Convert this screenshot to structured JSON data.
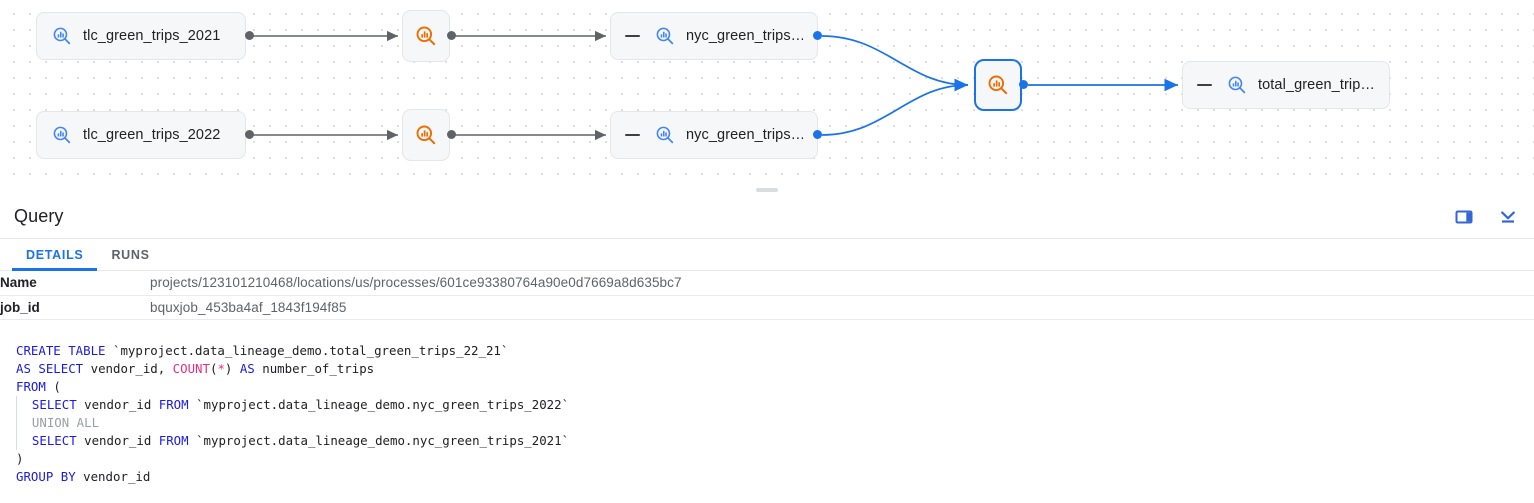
{
  "graph": {
    "nodes": [
      {
        "id": "tlc2021",
        "kind": "table",
        "label": "tlc_green_trips_2021",
        "icon": "table-search-icon",
        "collapsible": false
      },
      {
        "id": "tlc2022",
        "kind": "table",
        "label": "tlc_green_trips_2022",
        "icon": "table-search-icon",
        "collapsible": false
      },
      {
        "id": "proc1",
        "kind": "process",
        "label": "",
        "icon": "process-search-icon",
        "selected": false
      },
      {
        "id": "proc2",
        "kind": "process",
        "label": "",
        "icon": "process-search-icon",
        "selected": false
      },
      {
        "id": "nyc2021",
        "kind": "table",
        "label": "nyc_green_trips…",
        "icon": "table-search-icon",
        "collapsible": true
      },
      {
        "id": "nyc2022",
        "kind": "table",
        "label": "nyc_green_trips…",
        "icon": "table-search-icon",
        "collapsible": true
      },
      {
        "id": "procsel",
        "kind": "process",
        "label": "",
        "icon": "process-search-icon",
        "selected": true
      },
      {
        "id": "total",
        "kind": "table",
        "label": "total_green_trip…",
        "icon": "table-search-icon",
        "collapsible": true
      }
    ],
    "colors": {
      "edge_gray": "#5f6368",
      "edge_blue": "#1a73e8",
      "table_icon": "#4285f4",
      "process_icon": "#ef6c00",
      "selected_border": "#1a73e8"
    }
  },
  "panel": {
    "title": "Query",
    "actions": [
      {
        "name": "split-panel-icon",
        "tooltip": "Side panel"
      },
      {
        "name": "collapse-down-icon",
        "tooltip": "Collapse"
      }
    ],
    "tabs": [
      {
        "label": "DETAILS",
        "active": true
      },
      {
        "label": "RUNS",
        "active": false
      }
    ],
    "details": [
      {
        "key": "Name",
        "value": "projects/123101210468/locations/us/processes/601ce93380764a90e0d7669a8d635bc7"
      },
      {
        "key": "job_id",
        "value": "bquxjob_453ba4af_1843f194f85"
      }
    ]
  },
  "sql": {
    "lines": [
      [
        {
          "t": "CREATE TABLE ",
          "c": "k"
        },
        {
          "t": "`myproject.data_lineage_demo.total_green_trips_22_21`",
          "c": "pl"
        }
      ],
      [
        {
          "t": "AS SELECT ",
          "c": "k"
        },
        {
          "t": "vendor_id, ",
          "c": "pl"
        },
        {
          "t": "COUNT",
          "c": "fn"
        },
        {
          "t": "(",
          "c": "pl"
        },
        {
          "t": "*",
          "c": "fn"
        },
        {
          "t": ") ",
          "c": "pl"
        },
        {
          "t": "AS ",
          "c": "k"
        },
        {
          "t": "number_of_trips",
          "c": "pl"
        }
      ],
      [
        {
          "t": "FROM ",
          "c": "k"
        },
        {
          "t": "(",
          "c": "pl"
        }
      ],
      [
        {
          "t": "  ",
          "c": "guide"
        },
        {
          "t": "SELECT ",
          "c": "k"
        },
        {
          "t": "vendor_id ",
          "c": "pl"
        },
        {
          "t": "FROM ",
          "c": "k"
        },
        {
          "t": "`myproject.data_lineage_demo.nyc_green_trips_2022`",
          "c": "pl"
        }
      ],
      [
        {
          "t": "  ",
          "c": "guide"
        },
        {
          "t": "UNION ALL",
          "c": "cm"
        }
      ],
      [
        {
          "t": "  ",
          "c": "guide"
        },
        {
          "t": "SELECT ",
          "c": "k"
        },
        {
          "t": "vendor_id ",
          "c": "pl"
        },
        {
          "t": "FROM ",
          "c": "k"
        },
        {
          "t": "`myproject.data_lineage_demo.nyc_green_trips_2021`",
          "c": "pl"
        }
      ],
      [
        {
          "t": ")",
          "c": "pl"
        }
      ],
      [
        {
          "t": "GROUP BY ",
          "c": "k"
        },
        {
          "t": "vendor_id",
          "c": "pl"
        }
      ]
    ]
  }
}
